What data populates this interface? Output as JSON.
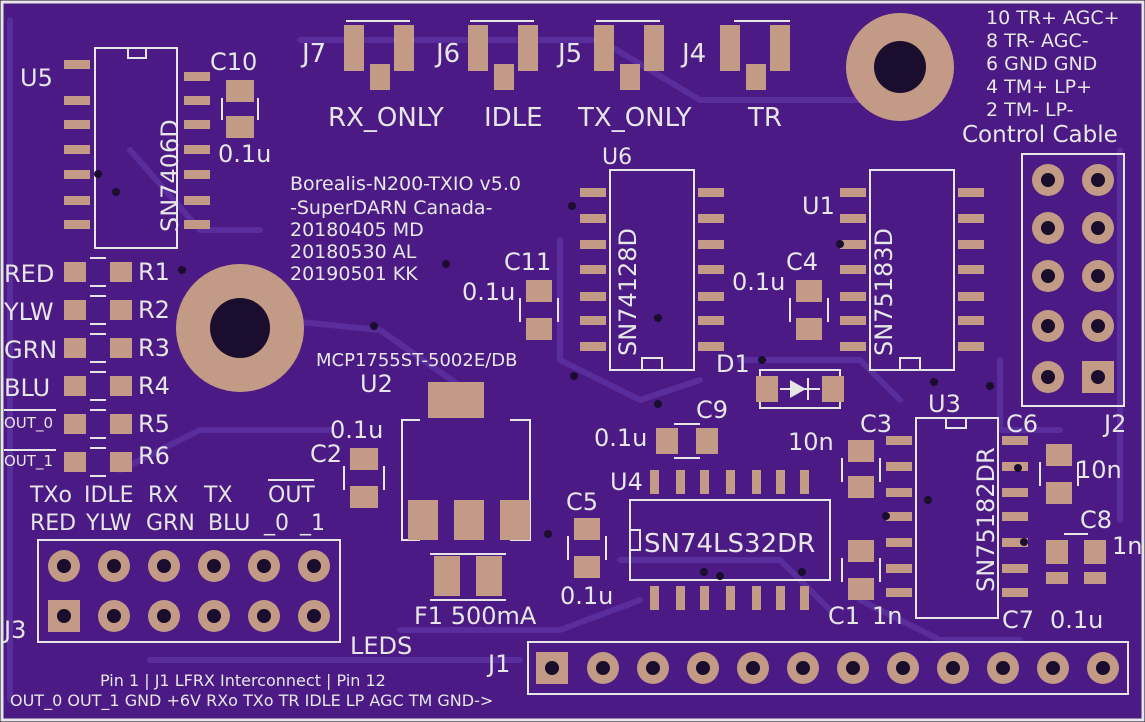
{
  "colors": {
    "board": "#4b1a84",
    "silk": "#e6e6e6",
    "pad": "#c29a86",
    "drill": "#1a0d2e",
    "trace": "#5a2d9c"
  },
  "board_info": [
    "Borealis-N200-TXIO v5.0",
    "-SuperDARN Canada-",
    "20180405 MD",
    "20180530 AL",
    "20190501 KK"
  ],
  "jumpers": [
    {
      "ref": "J7",
      "label": "RX_ONLY"
    },
    {
      "ref": "J6",
      "label": "IDLE"
    },
    {
      "ref": "J5",
      "label": "TX_ONLY"
    },
    {
      "ref": "J4",
      "label": "TR"
    }
  ],
  "control_cable": {
    "title": "Control Cable",
    "rows": [
      "10 TR+ AGC+",
      "8  TR- AGC-",
      "6  GND GND",
      "4  TM+ LP+",
      "2  TM- LP-"
    ],
    "ref": "J2"
  },
  "ics": {
    "u5": {
      "ref": "U5",
      "part": "SN7406D"
    },
    "u6": {
      "ref": "U6",
      "part": "SN74128D"
    },
    "u1": {
      "ref": "U1",
      "part": "SN75183D"
    },
    "u3": {
      "ref": "U3",
      "part": "SN75182DR"
    },
    "u4": {
      "ref": "U4",
      "part": "SN74LS32DR"
    },
    "u2": {
      "ref": "U2",
      "part": "MCP1755ST-5002E/DB"
    }
  },
  "caps": {
    "c10": {
      "ref": "C10",
      "value": "0.1u"
    },
    "c11": {
      "ref": "C11",
      "value": "0.1u"
    },
    "c4": {
      "ref": "C4",
      "value": "0.1u"
    },
    "c2": {
      "ref": "C2",
      "value": "0.1u"
    },
    "c9": {
      "ref": "C9",
      "value": "0.1u"
    },
    "c5": {
      "ref": "C5",
      "value": "0.1u"
    },
    "c3": {
      "ref": "C3",
      "value": "10n"
    },
    "c6": {
      "ref": "C6",
      "value": "10n"
    },
    "c8": {
      "ref": "C8",
      "value": "1n"
    },
    "c1": {
      "ref": "C1",
      "value": "1n"
    },
    "c7": {
      "ref": "C7",
      "value": "0.1u"
    }
  },
  "resistors": [
    {
      "label": "RED",
      "ref": "R1"
    },
    {
      "label": "YLW",
      "ref": "R2"
    },
    {
      "label": "GRN",
      "ref": "R3"
    },
    {
      "label": "BLU",
      "ref": "R4"
    },
    {
      "label": "OUT_0",
      "ref": "R5"
    },
    {
      "label": "OUT_1",
      "ref": "R6"
    }
  ],
  "diode": {
    "ref": "D1"
  },
  "fuse": {
    "label": "F1 500mA"
  },
  "leds": {
    "ref": "J3",
    "title": "LEDS",
    "top_row": [
      "TXo",
      "IDLE",
      "RX",
      "TX",
      "OUT"
    ],
    "bottom_row": [
      "RED",
      "YLW",
      "GRN",
      "BLU",
      "_0",
      "_1"
    ]
  },
  "j1": {
    "ref": "J1",
    "line1": "Pin 1 | J1 LFRX Interconnect | Pin 12",
    "line2": "OUT_0 OUT_1 GND +6V RXo TXo TR IDLE LP AGC TM GND->"
  }
}
